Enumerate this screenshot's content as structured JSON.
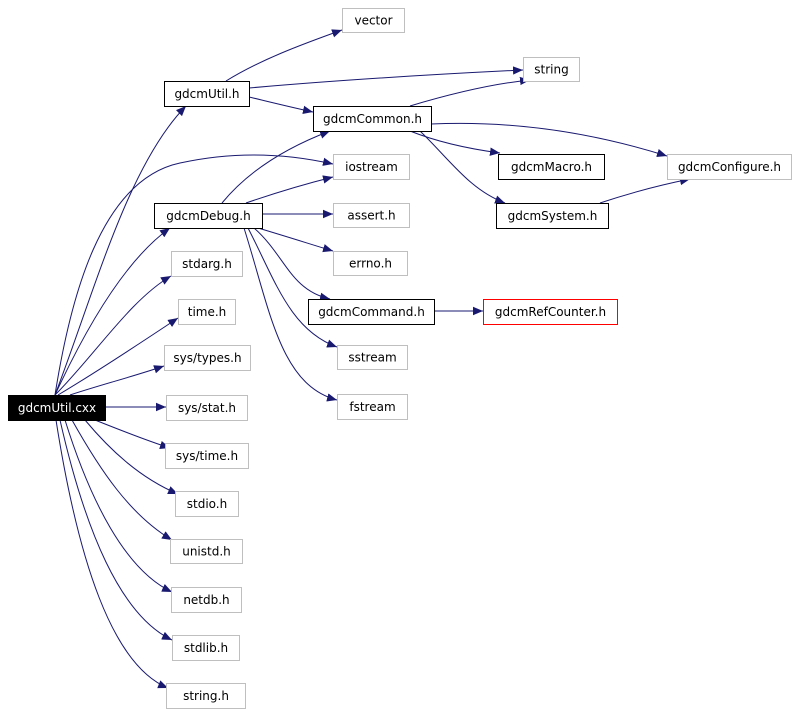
{
  "colors": {
    "edge": "#191970",
    "box_solid": "#000000",
    "box_missing": "#bfbfbf",
    "box_warning": "#ff0000",
    "root_fill": "#000000",
    "root_text": "#ffffff",
    "text": "#000000"
  },
  "graph": {
    "root": "gdcmUtil.cxx",
    "nodes": [
      {
        "id": "root",
        "label": "gdcmUtil.cxx",
        "kind": "root"
      },
      {
        "id": "util_h",
        "label": "gdcmUtil.h",
        "kind": "solid"
      },
      {
        "id": "vector",
        "label": "vector",
        "kind": "missing"
      },
      {
        "id": "string",
        "label": "string",
        "kind": "missing"
      },
      {
        "id": "common_h",
        "label": "gdcmCommon.h",
        "kind": "solid"
      },
      {
        "id": "iostream",
        "label": "iostream",
        "kind": "missing"
      },
      {
        "id": "macro_h",
        "label": "gdcmMacro.h",
        "kind": "solid"
      },
      {
        "id": "configure_h",
        "label": "gdcmConfigure.h",
        "kind": "missing"
      },
      {
        "id": "debug_h",
        "label": "gdcmDebug.h",
        "kind": "solid"
      },
      {
        "id": "assert_h",
        "label": "assert.h",
        "kind": "missing"
      },
      {
        "id": "system_h",
        "label": "gdcmSystem.h",
        "kind": "solid"
      },
      {
        "id": "errno_h",
        "label": "errno.h",
        "kind": "missing"
      },
      {
        "id": "stdarg_h",
        "label": "stdarg.h",
        "kind": "missing"
      },
      {
        "id": "command_h",
        "label": "gdcmCommand.h",
        "kind": "solid"
      },
      {
        "id": "refcounter_h",
        "label": "gdcmRefCounter.h",
        "kind": "warning"
      },
      {
        "id": "time_h",
        "label": "time.h",
        "kind": "missing"
      },
      {
        "id": "sstream",
        "label": "sstream",
        "kind": "missing"
      },
      {
        "id": "sys_types_h",
        "label": "sys/types.h",
        "kind": "missing"
      },
      {
        "id": "fstream",
        "label": "fstream",
        "kind": "missing"
      },
      {
        "id": "sys_stat_h",
        "label": "sys/stat.h",
        "kind": "missing"
      },
      {
        "id": "sys_time_h",
        "label": "sys/time.h",
        "kind": "missing"
      },
      {
        "id": "stdio_h",
        "label": "stdio.h",
        "kind": "missing"
      },
      {
        "id": "unistd_h",
        "label": "unistd.h",
        "kind": "missing"
      },
      {
        "id": "netdb_h",
        "label": "netdb.h",
        "kind": "missing"
      },
      {
        "id": "stdlib_h",
        "label": "stdlib.h",
        "kind": "missing"
      },
      {
        "id": "string_h",
        "label": "string.h",
        "kind": "missing"
      }
    ],
    "edges": [
      {
        "from": "root",
        "to": "util_h"
      },
      {
        "from": "root",
        "to": "iostream"
      },
      {
        "from": "root",
        "to": "debug_h"
      },
      {
        "from": "root",
        "to": "stdarg_h"
      },
      {
        "from": "root",
        "to": "time_h"
      },
      {
        "from": "root",
        "to": "sys_types_h"
      },
      {
        "from": "root",
        "to": "sys_stat_h"
      },
      {
        "from": "root",
        "to": "sys_time_h"
      },
      {
        "from": "root",
        "to": "stdio_h"
      },
      {
        "from": "root",
        "to": "unistd_h"
      },
      {
        "from": "root",
        "to": "netdb_h"
      },
      {
        "from": "root",
        "to": "stdlib_h"
      },
      {
        "from": "root",
        "to": "string_h"
      },
      {
        "from": "util_h",
        "to": "vector"
      },
      {
        "from": "util_h",
        "to": "string"
      },
      {
        "from": "util_h",
        "to": "common_h"
      },
      {
        "from": "common_h",
        "to": "string"
      },
      {
        "from": "common_h",
        "to": "macro_h"
      },
      {
        "from": "common_h",
        "to": "configure_h"
      },
      {
        "from": "common_h",
        "to": "system_h"
      },
      {
        "from": "system_h",
        "to": "configure_h"
      },
      {
        "from": "debug_h",
        "to": "common_h"
      },
      {
        "from": "debug_h",
        "to": "iostream"
      },
      {
        "from": "debug_h",
        "to": "assert_h"
      },
      {
        "from": "debug_h",
        "to": "errno_h"
      },
      {
        "from": "debug_h",
        "to": "command_h"
      },
      {
        "from": "debug_h",
        "to": "sstream"
      },
      {
        "from": "debug_h",
        "to": "fstream"
      },
      {
        "from": "command_h",
        "to": "refcounter_h"
      }
    ]
  }
}
